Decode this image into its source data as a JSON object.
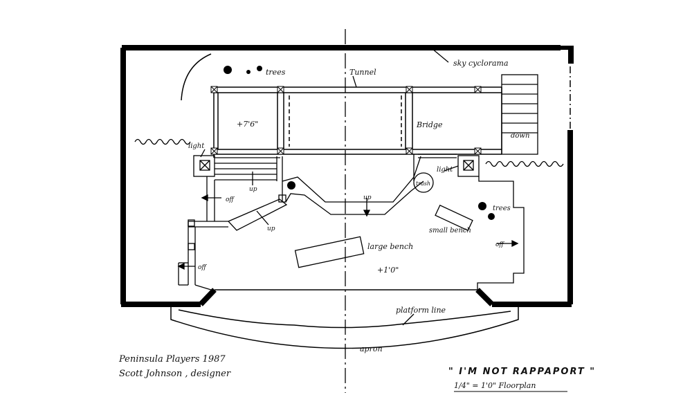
{
  "labels": {
    "trees_top": "trees",
    "tunnel": "Tunnel",
    "sky_cyclorama": "sky cyclorama",
    "level_upper": "+7'6\"",
    "bridge": "Bridge",
    "down": "down",
    "light_left": "light",
    "light_right": "light",
    "trash": "trash",
    "up_left_stairs": "up",
    "up_center": "up",
    "up_ramp": "up",
    "off_upper_left": "off",
    "off_lower_left": "off",
    "off_right": "off",
    "trees_right": "trees",
    "small_bench": "small bench",
    "large_bench": "large bench",
    "level_lower": "+1'0\"",
    "platform_line": "platform line",
    "apron": "apron"
  },
  "credits": {
    "company": "Peninsula Players 1987",
    "designer": "Scott Johnson , designer"
  },
  "title": {
    "show": "\" I'M NOT RAPPAPORT \"",
    "scale": "1/4\" = 1'0\"   Floorplan"
  }
}
